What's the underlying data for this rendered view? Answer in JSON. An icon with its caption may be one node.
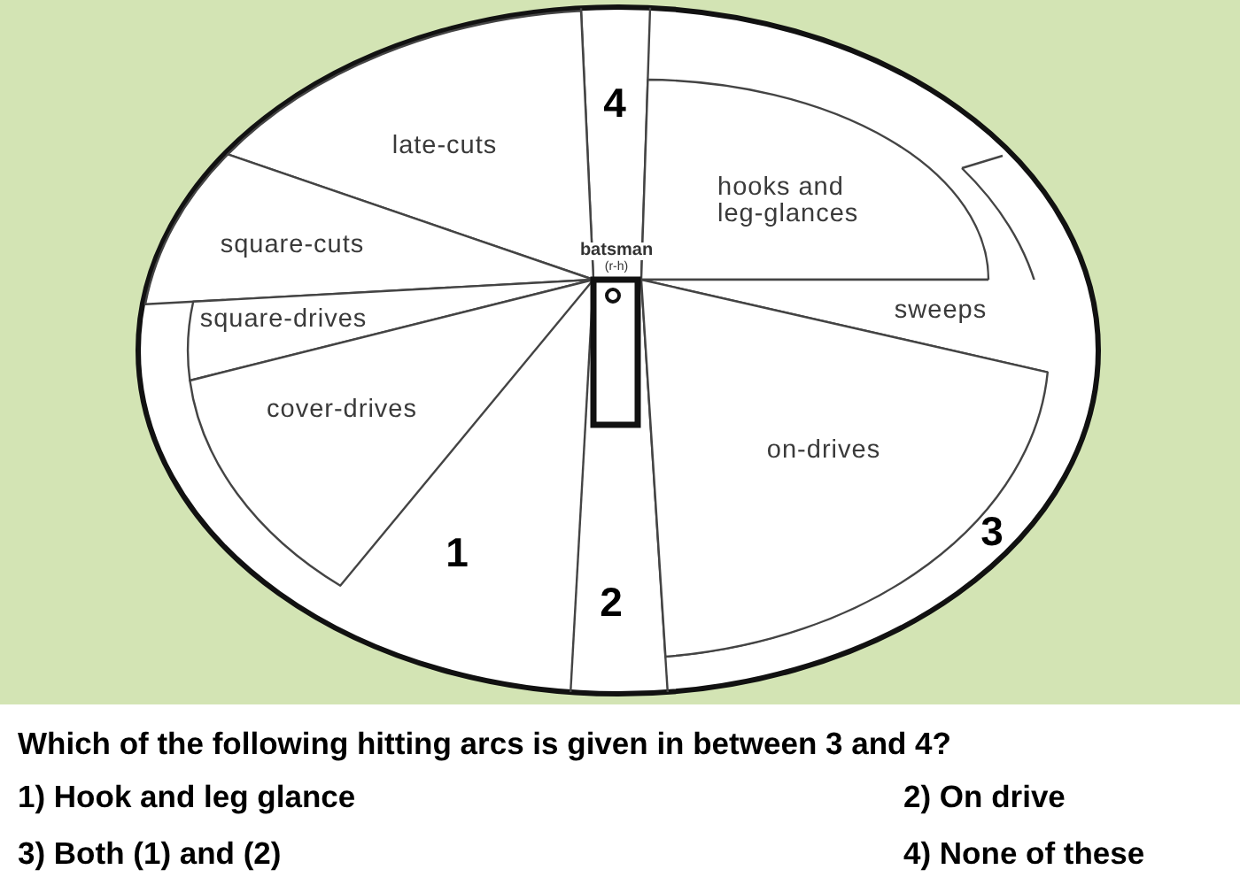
{
  "diagram": {
    "nodes": [
      {
        "text": [
          "late-cuts"
        ]
      },
      {
        "text": [
          "hooks and leg-glances"
        ]
      },
      {
        "text": [
          "square-cuts"
        ]
      },
      {
        "text": [
          "sweeps"
        ]
      },
      {
        "text": [
          "square-drives"
        ]
      },
      {
        "text": [
          "cover-drives"
        ]
      },
      {
        "text": [
          "on-drives"
        ]
      }
    ],
    "labels": [
      "4",
      "batsman",
      "(r-h)",
      "3",
      "1",
      "2",
      "Which of the following hitting arcs is given in between 3 and 4?",
      "1) Hook and leg glance",
      "2) On drive",
      "3) Both (1) and (2)",
      "4) None of these"
    ]
  }
}
